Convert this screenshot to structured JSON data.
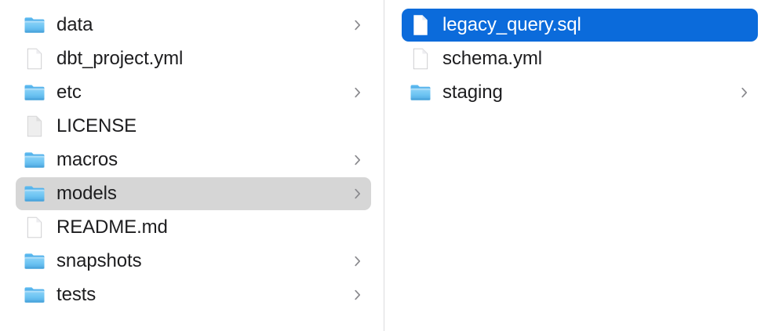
{
  "app": {
    "view": "column-browser",
    "accent_color": "#0b6bdb",
    "inactive_selection_color": "#d6d6d6",
    "text_color": "#1d1d1f",
    "divider_color": "#dcdcde",
    "background": "#ffffff"
  },
  "columns": [
    {
      "name": "column-1",
      "items": [
        {
          "label": "data",
          "icon": "folder-icon",
          "kind": "folder",
          "has_chevron": true,
          "selected": false,
          "selection_state": "none"
        },
        {
          "label": "dbt_project.yml",
          "icon": "document-icon",
          "kind": "file",
          "has_chevron": false,
          "selected": false,
          "selection_state": "none"
        },
        {
          "label": "etc",
          "icon": "folder-icon",
          "kind": "folder",
          "has_chevron": true,
          "selected": false,
          "selection_state": "none"
        },
        {
          "label": "LICENSE",
          "icon": "generic-document-icon",
          "kind": "file",
          "has_chevron": false,
          "selected": false,
          "selection_state": "none"
        },
        {
          "label": "macros",
          "icon": "folder-icon",
          "kind": "folder",
          "has_chevron": true,
          "selected": false,
          "selection_state": "none"
        },
        {
          "label": "models",
          "icon": "folder-icon",
          "kind": "folder",
          "has_chevron": true,
          "selected": true,
          "selection_state": "inactive"
        },
        {
          "label": "README.md",
          "icon": "document-icon",
          "kind": "file",
          "has_chevron": false,
          "selected": false,
          "selection_state": "none"
        },
        {
          "label": "snapshots",
          "icon": "folder-icon",
          "kind": "folder",
          "has_chevron": true,
          "selected": false,
          "selection_state": "none"
        },
        {
          "label": "tests",
          "icon": "folder-icon",
          "kind": "folder",
          "has_chevron": true,
          "selected": false,
          "selection_state": "none"
        }
      ]
    },
    {
      "name": "column-2",
      "items": [
        {
          "label": "legacy_query.sql",
          "icon": "document-icon",
          "kind": "file",
          "has_chevron": false,
          "selected": true,
          "selection_state": "active"
        },
        {
          "label": "schema.yml",
          "icon": "document-icon",
          "kind": "file",
          "has_chevron": false,
          "selected": false,
          "selection_state": "none"
        },
        {
          "label": "staging",
          "icon": "folder-icon",
          "kind": "folder",
          "has_chevron": true,
          "selected": false,
          "selection_state": "none"
        }
      ]
    }
  ]
}
